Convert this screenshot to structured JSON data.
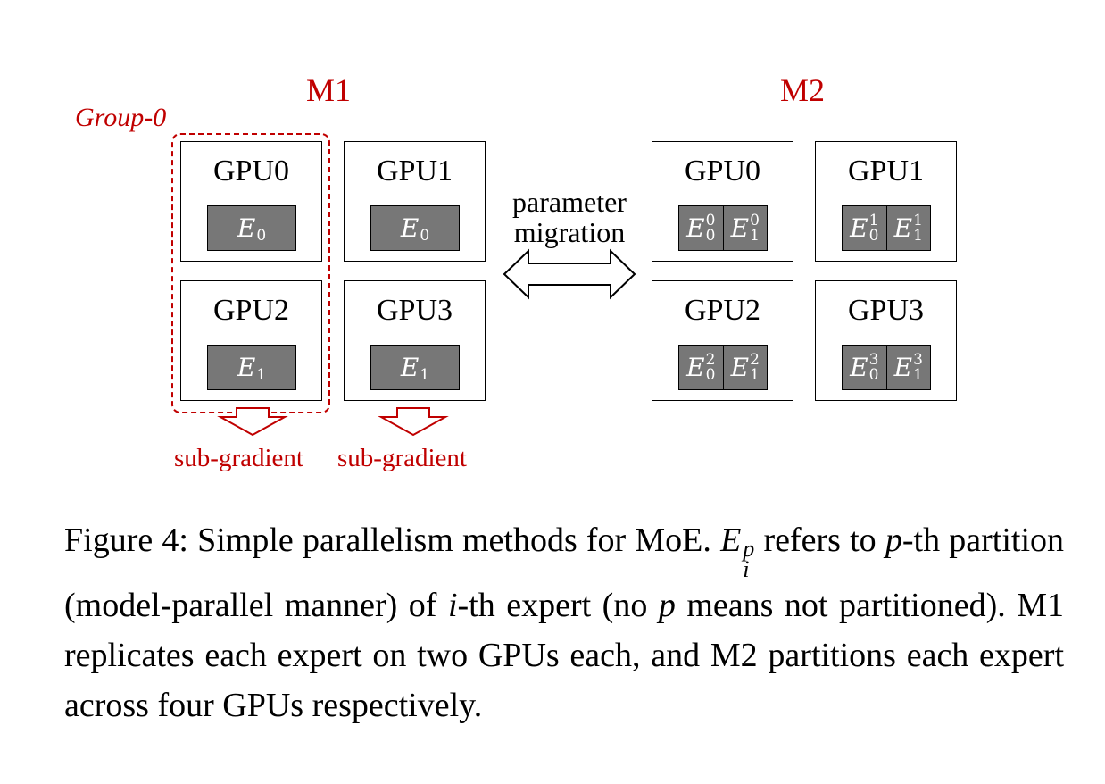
{
  "m1": {
    "label": "M1",
    "group_label": "Group-0",
    "gpus": [
      {
        "name": "GPU0",
        "experts": [
          {
            "base": "E",
            "sub": "0",
            "sup": ""
          }
        ]
      },
      {
        "name": "GPU1",
        "experts": [
          {
            "base": "E",
            "sub": "0",
            "sup": ""
          }
        ]
      },
      {
        "name": "GPU2",
        "experts": [
          {
            "base": "E",
            "sub": "1",
            "sup": ""
          }
        ]
      },
      {
        "name": "GPU3",
        "experts": [
          {
            "base": "E",
            "sub": "1",
            "sup": ""
          }
        ]
      }
    ],
    "sub_gradient_labels": [
      "sub-gradient",
      "sub-gradient"
    ]
  },
  "m2": {
    "label": "M2",
    "gpus": [
      {
        "name": "GPU0",
        "experts": [
          {
            "base": "E",
            "sub": "0",
            "sup": "0"
          },
          {
            "base": "E",
            "sub": "1",
            "sup": "0"
          }
        ]
      },
      {
        "name": "GPU1",
        "experts": [
          {
            "base": "E",
            "sub": "0",
            "sup": "1"
          },
          {
            "base": "E",
            "sub": "1",
            "sup": "1"
          }
        ]
      },
      {
        "name": "GPU2",
        "experts": [
          {
            "base": "E",
            "sub": "0",
            "sup": "2"
          },
          {
            "base": "E",
            "sub": "1",
            "sup": "2"
          }
        ]
      },
      {
        "name": "GPU3",
        "experts": [
          {
            "base": "E",
            "sub": "0",
            "sup": "3"
          },
          {
            "base": "E",
            "sub": "1",
            "sup": "3"
          }
        ]
      }
    ]
  },
  "migration": {
    "line1": "parameter",
    "line2": "migration"
  },
  "caption": {
    "p1": "Figure 4: Simple parallelism methods for MoE. ",
    "sym_base": "E",
    "sym_sub": "i",
    "sym_sup": "p",
    "p2": " refers to ",
    "p_var": "p",
    "p3": "-th partition (model-parallel manner) of ",
    "i_var": "i",
    "p4": "-th expert (no ",
    "p_var2": "p",
    "p5": " means not partitioned). M1 replicates each expert on two GPUs each, and M2 partitions each expert across four GPUs respectively."
  },
  "colors": {
    "accent": "#c00000",
    "expert_fill": "#777777"
  }
}
